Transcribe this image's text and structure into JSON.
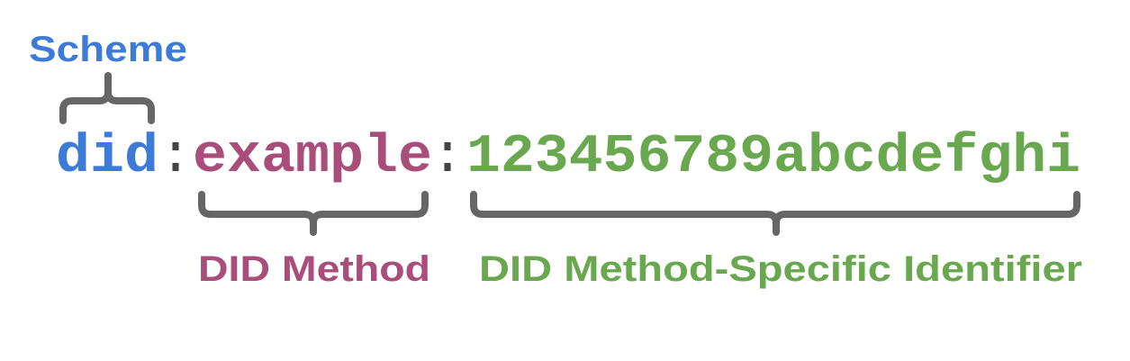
{
  "colors": {
    "scheme": "#3c7bd8",
    "method": "#a94e7b",
    "identifier": "#6aa84f",
    "separator": "#444444",
    "bracket": "#666666",
    "background": "#ffffff"
  },
  "did": {
    "scheme": "did",
    "separator1": ":",
    "method": "example",
    "separator2": ":",
    "identifier": "123456789abcdefghi"
  },
  "labels": {
    "scheme": "Scheme",
    "method": "DID Method",
    "identifier": "DID Method-Specific Identifier"
  }
}
